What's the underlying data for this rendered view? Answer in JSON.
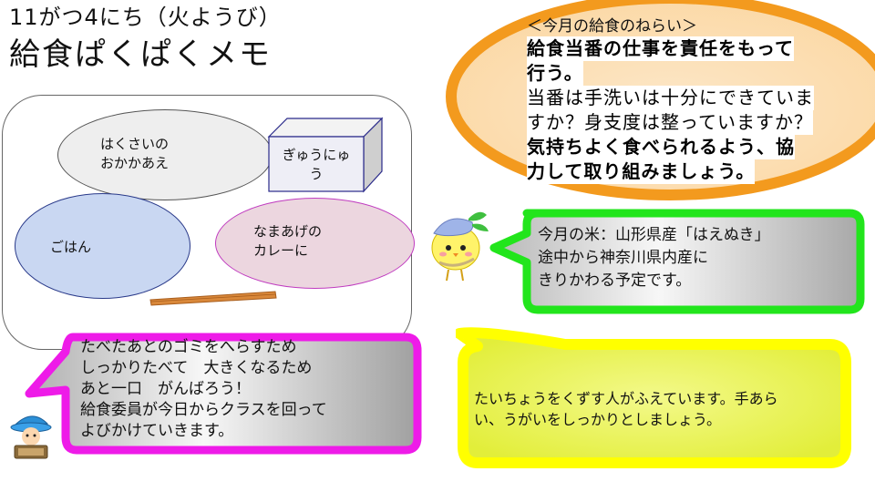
{
  "header": {
    "date": "11がつ4にち（火ようび）",
    "title": "給食ぱくぱくメモ"
  },
  "tray": {
    "dishes": [
      {
        "id": "hakusai",
        "label": "はくさいの\nおかかあえ",
        "fill": "#eeeeee",
        "stroke": "#555555"
      },
      {
        "id": "gohan",
        "label": "ごはん",
        "fill": "#c9d7f2",
        "stroke": "#2a3a8a"
      },
      {
        "id": "namaage",
        "label": "なまあげの\nカレーに",
        "fill": "#ecd6df",
        "stroke": "#c03cc0"
      }
    ],
    "milk": {
      "label": "ぎゅうにゅ\nう"
    }
  },
  "goal": {
    "heading": "＜今月の給食のねらい＞",
    "lines": [
      {
        "text": "給食当番の仕事を責任をもって",
        "bold": true
      },
      {
        "text": "行う。",
        "bold": true
      },
      {
        "text": "当番は手洗いは十分にできていま",
        "bold": false
      },
      {
        "text": "すか？身支度は整っていますか？",
        "bold": false
      },
      {
        "text": "気持ちよく食べられるよう、協",
        "bold": true
      },
      {
        "text": "力して取り組みましょう。",
        "bold": true
      }
    ],
    "border_color": "#f39a1e",
    "fill_color": "#fde3bf"
  },
  "rice_notice": {
    "text": "今月の米：山形県産「はえぬき」\n途中から神奈川県内産に\nきりかわる予定です。",
    "border_color": "#22e51c"
  },
  "waste_notice": {
    "text": "たべたあとのゴミをへらすため\nしっかりたべて　大きくなるため\nあと一口　がんばろう！\n給食委員が今日からクラスを回って\nよびかけていきます。",
    "border_color": "#ee1be8"
  },
  "health_notice": {
    "text": "たいちょうをくずす人がふえています。手あら\nい、うがいをしっかりとしましょう。",
    "border_color": "#ffff00"
  },
  "mascots": {
    "chick": "chick-mascot",
    "wizard": "wizard-mascot"
  }
}
